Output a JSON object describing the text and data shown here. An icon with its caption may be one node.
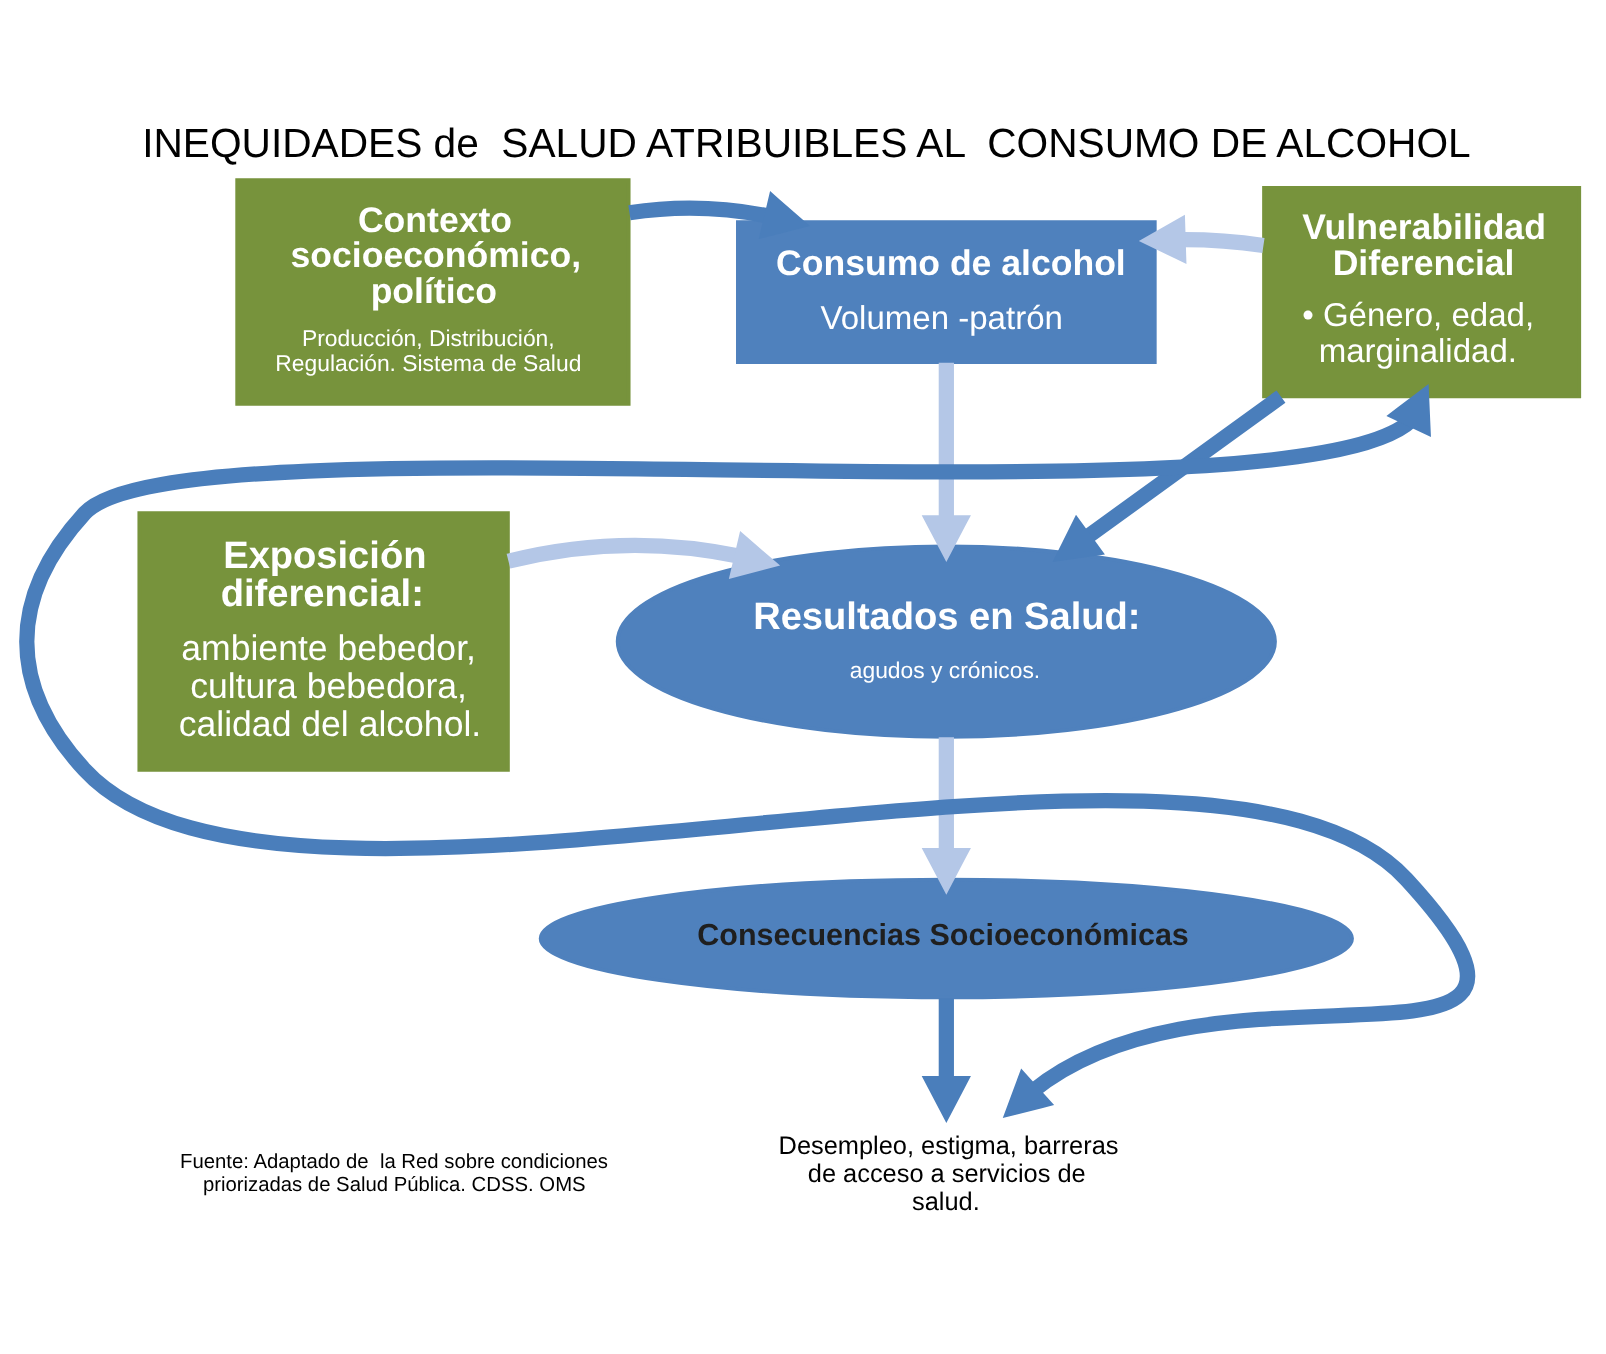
{
  "diagram": {
    "title": "INEQUIDADES de  SALUD ATRIBUIBLES AL  CONSUMO DE ALCOHOL",
    "nodes": [
      {
        "text": [
          "Contexto socioeconómico, político",
          "Producción, Distribución, Regulación. Sistema de Salud"
        ]
      },
      {
        "text": [
          "Consumo de alcohol",
          "Volumen -patrón"
        ]
      },
      {
        "text": [
          "Vulnerabilidad Diferencial",
          "• Género, edad, marginalidad."
        ]
      },
      {
        "text": [
          "Exposición diferencial:",
          "ambiente bebedor, cultura bebedora, calidad del alcohol."
        ]
      },
      {
        "text": [
          "Resultados en Salud:",
          "agudos y crónicos."
        ]
      },
      {
        "text": [
          "Consecuencias Socioeconómicas"
        ]
      },
      {
        "text": [
          "Desempleo, estigma, barreras de acceso a servicios de salud."
        ]
      }
    ],
    "edges": [
      {
        "from": 0,
        "to": 1,
        "arrow": "to",
        "color": "#4a7ebb"
      },
      {
        "from": 2,
        "to": 1,
        "arrow": "to",
        "color": "#b4c7e7"
      },
      {
        "from": 1,
        "to": 4,
        "arrow": "to",
        "color": "#b4c7e7"
      },
      {
        "from": 3,
        "to": 4,
        "arrow": "to",
        "color": "#b4c7e7"
      },
      {
        "from": 2,
        "to": 4,
        "arrow": "to",
        "color": "#4a7ebb"
      },
      {
        "from": 4,
        "to": 5,
        "arrow": "to",
        "color": "#b4c7e7"
      },
      {
        "from": 5,
        "to": 6,
        "arrow": "to",
        "color": "#4a7ebb"
      },
      {
        "from": 6,
        "to": 2,
        "arrow": "both",
        "color": "#4a7ebb"
      }
    ],
    "labels": [
      "Fuente: Adaptado de  la Red sobre condiciones priorizadas de Salud Pública. CDSS. OMS"
    ]
  }
}
